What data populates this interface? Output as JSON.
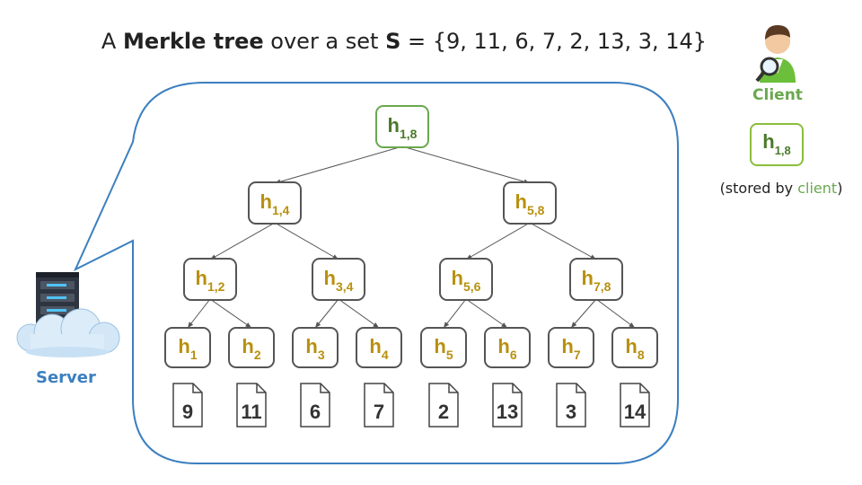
{
  "title": {
    "prefix": "A ",
    "bold1": "Merkle tree",
    "middle": " over a set ",
    "bold2": "S",
    "suffix": " = {9, 11, 6, 7, 2, 13, 3, 14}"
  },
  "server": {
    "label": "Server",
    "icon": "server-cloud-icon"
  },
  "client": {
    "label": "Client",
    "icon": "user-magnifier-icon",
    "stored_node": {
      "base": "h",
      "sub": "1,8"
    },
    "stored_prefix": "(stored by ",
    "stored_word": "client",
    "stored_suffix": ")"
  },
  "colors": {
    "green": "#6aa84f",
    "gold": "#b8900f",
    "border": "#555555",
    "blue": "#3c7fc0"
  },
  "tree": {
    "root": {
      "base": "h",
      "sub": "1,8"
    },
    "level1": [
      {
        "base": "h",
        "sub": "1,4"
      },
      {
        "base": "h",
        "sub": "5,8"
      }
    ],
    "level2": [
      {
        "base": "h",
        "sub": "1,2"
      },
      {
        "base": "h",
        "sub": "3,4"
      },
      {
        "base": "h",
        "sub": "5,6"
      },
      {
        "base": "h",
        "sub": "7,8"
      }
    ],
    "leaves": [
      {
        "base": "h",
        "sub": "1"
      },
      {
        "base": "h",
        "sub": "2"
      },
      {
        "base": "h",
        "sub": "3"
      },
      {
        "base": "h",
        "sub": "4"
      },
      {
        "base": "h",
        "sub": "5"
      },
      {
        "base": "h",
        "sub": "6"
      },
      {
        "base": "h",
        "sub": "7"
      },
      {
        "base": "h",
        "sub": "8"
      }
    ],
    "documents": [
      "9",
      "11",
      "6",
      "7",
      "2",
      "13",
      "3",
      "14"
    ]
  }
}
